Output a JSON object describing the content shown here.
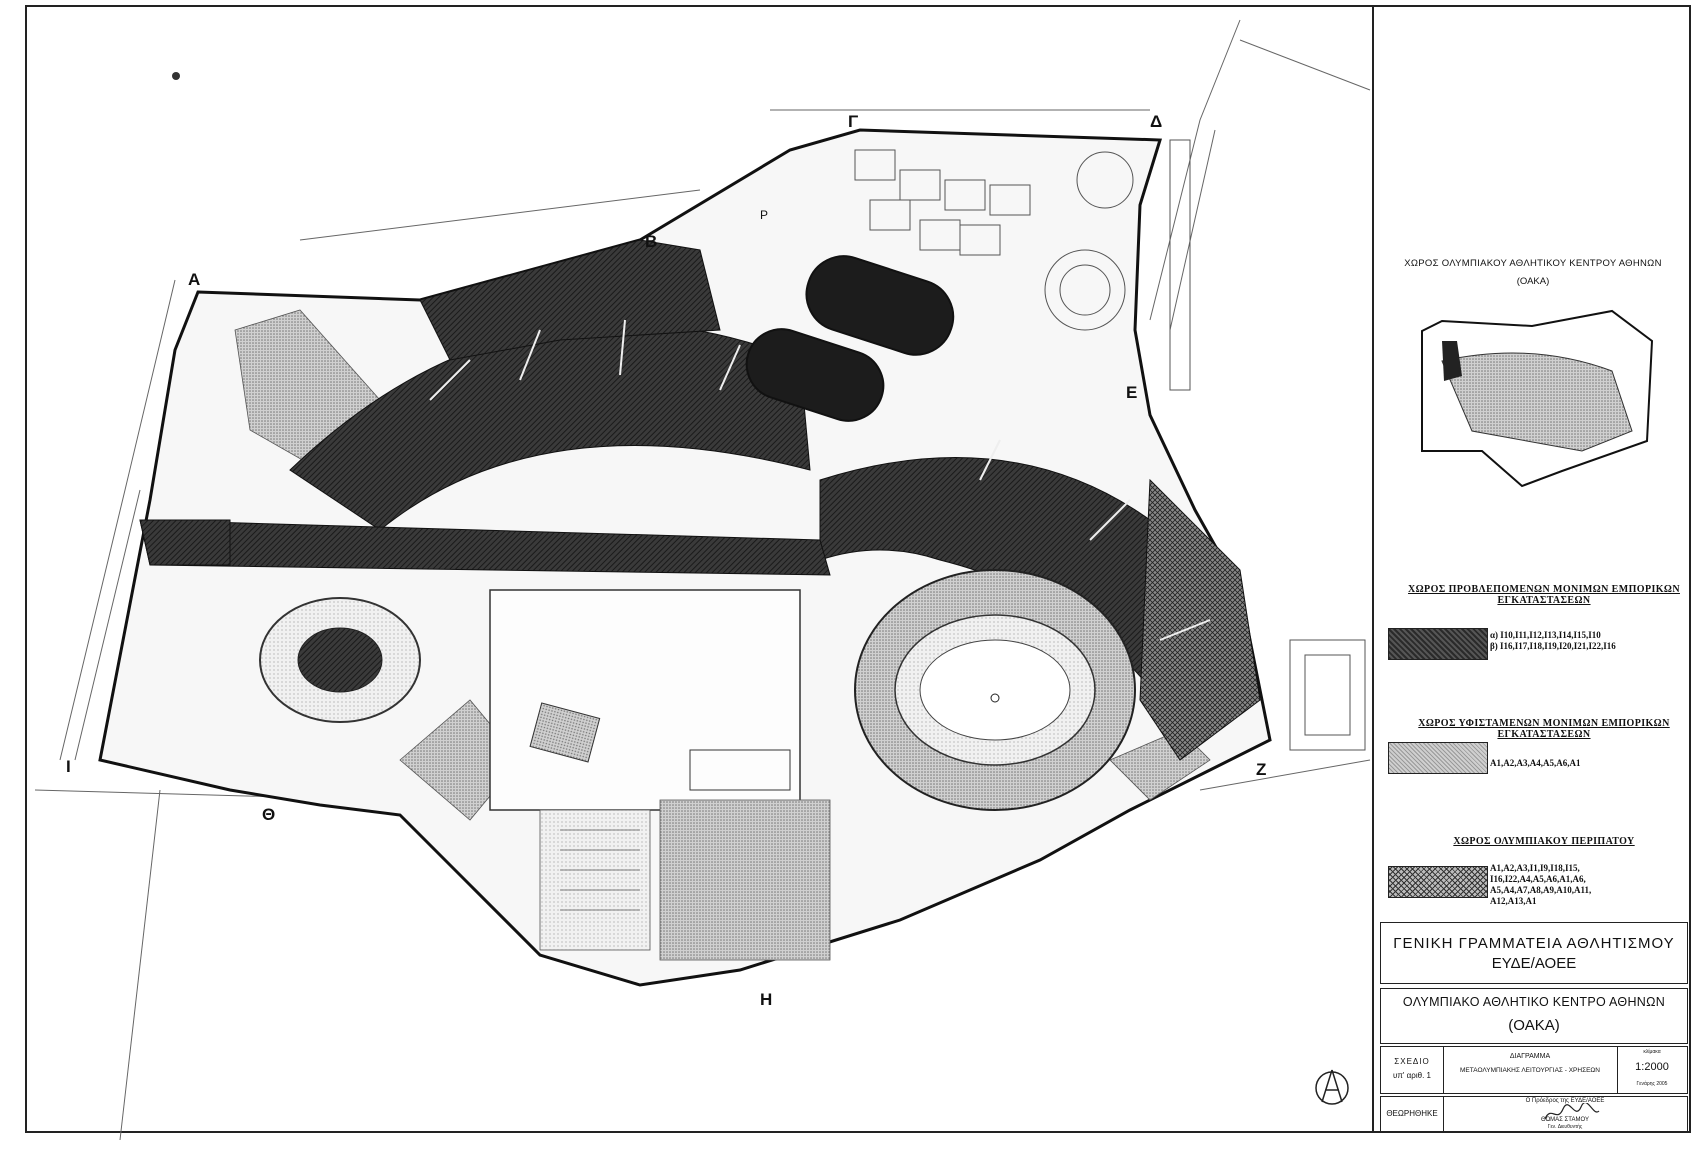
{
  "site_title": "ΧΩΡΟΣ ΟΛΥΜΠΙΑΚΟΥ ΑΘΛΗΤΙΚΟΥ ΚΕΝΤΡΟΥ ΑΘΗΝΩΝ",
  "site_title_abbr": "(ΟΑΚΑ)",
  "point_labels": {
    "A_left": "Α",
    "B": "Β",
    "G": "Γ",
    "D": "Δ",
    "E": "Ε",
    "Z": "Ζ",
    "H": "Η",
    "TH": "Θ",
    "I": "Ι"
  },
  "parking_mark": "P",
  "legend": [
    {
      "heading": "ΧΩΡΟΣ ΠΡΟΒΛΕΠΟΜΕΝΩΝ ΜΟΝΙΜΩΝ ΕΜΠΟΡΙΚΩΝ ΕΓΚΑΤΑΣΤΑΣΕΩΝ",
      "codes": [
        "α) Ι10,Ι11,Ι12,Ι13,Ι14,Ι15,Ι10",
        "β) Ι16,Ι17,Ι18,Ι19,Ι20,Ι21,Ι22,Ι16"
      ],
      "pattern": "dark"
    },
    {
      "heading": "ΧΩΡΟΣ ΥΦΙΣΤΑΜΕΝΩΝ ΜΟΝΙΜΩΝ ΕΜΠΟΡΙΚΩΝ ΕΓΚΑΤΑΣΤΑΣΕΩΝ",
      "codes": [
        "Α1,Α2,Α3,Α4,Α5,Α6,Α1"
      ],
      "pattern": "mid"
    },
    {
      "heading": "ΧΩΡΟΣ ΟΛΥΜΠΙΑΚΟΥ ΠΕΡΙΠΑΤΟΥ",
      "codes": [
        "Α1,Α2,Α3,Ι1,Ι9,Ι18,Ι15,",
        "Ι16,Ι22,Α4,Α5,Α6,Α1,Α6,",
        "Α5,Α4,Α7,Α8,Α9,Α10,Α11,",
        "Α12,Α13,Α1"
      ],
      "pattern": "cross"
    }
  ],
  "authority": {
    "line1": "ΓΕΝΙΚΗ ΓΡΑΜΜΑΤΕΙΑ ΑΘΛΗΤΙΣΜΟΥ",
    "line2": "ΕΥΔΕ/ΑΟΕΕ"
  },
  "project": {
    "line1": "ΟΛΥΜΠΙΑΚΟ ΑΘΛΗΤΙΚΟ ΚΕΝΤΡΟ ΑΘΗΝΩΝ",
    "line2": "(ΟΑΚΑ)"
  },
  "title_block": {
    "drawing_label": "ΣΧΕΔΙΟ",
    "drawing_number": "υπ' αριθ. 1",
    "subject_label": "ΔΙΑΓΡΑΜΜΑ",
    "subject": "ΜΕΤΑΟΛΥΜΠΙΑΚΗΣ ΛΕΙΤΟΥΡΓΙΑΣ - ΧΡΗΣΕΩΝ",
    "scale_label": "κλίμακα",
    "scale": "1:2000",
    "date": "Γενάρης 2005",
    "reviewed_label": "ΘΕΩΡΗΘΗΚΕ",
    "signatory_role": "Ο Πρόεδρος της ΕΥΔΕ/ΑΟΕΕ",
    "signatory_name": "ΘΩΜΑΣ ΣΤΑΜΟΥ",
    "signatory_title": "Γεν. Διευθυντής"
  }
}
